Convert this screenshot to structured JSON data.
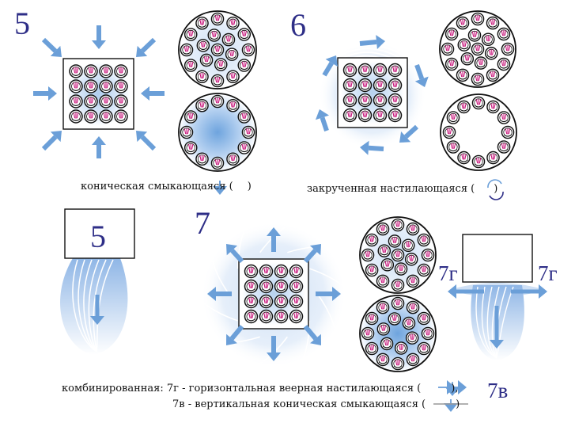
{
  "labels": {
    "n5": "5",
    "n6": "6",
    "n7": "7",
    "box5": "5",
    "g_left": "7г",
    "g_right": "7г",
    "v_bottom": "7в"
  },
  "captions": {
    "conical": "коническая смыкающаяся (",
    "conical_end": ")",
    "swirl": "закрученная настилающаяся (",
    "swirl_end": ")",
    "combined": "комбинированная: 7г - горизонтальная веерная настилающаяся (",
    "combined_end": "),",
    "vertical": "7в - вертикальная коническая смыкающаяся (",
    "vertical_end": ")"
  },
  "colors": {
    "arrow": "#6b9fd8",
    "flame": "#bcd3f0",
    "ink": "#2e2e87",
    "accent": "#c8147a"
  }
}
